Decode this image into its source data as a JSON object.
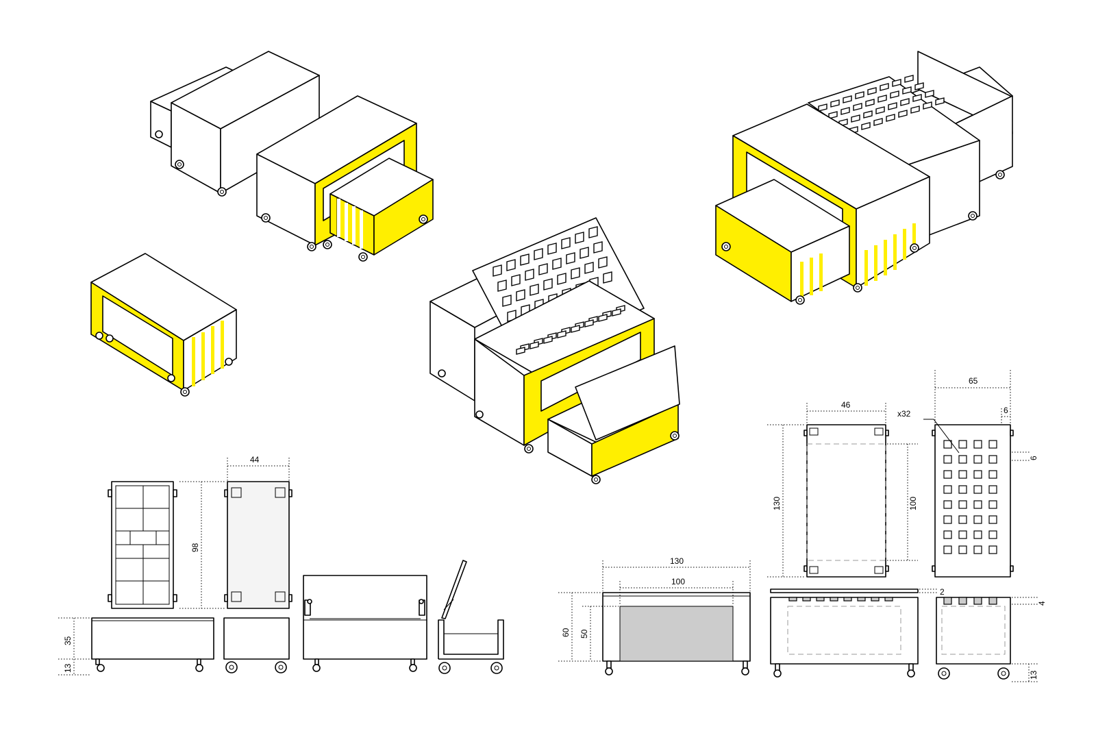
{
  "colors": {
    "accent": "#ffef00",
    "line": "#000000",
    "panel_gray": "#cccccc"
  },
  "views": {
    "iso": [
      "stacked-units",
      "table-with-drawer",
      "single-table",
      "keyboard-table-open",
      "combined-keyboard-table"
    ],
    "orthographic": [
      "small-unit-views",
      "large-unit-views"
    ]
  },
  "dimensions": {
    "small_width": "44",
    "small_length": "98",
    "small_height": "35",
    "small_wheel": "13",
    "large_width": "46",
    "large_length": "130",
    "large_inner_length": "100",
    "large_depth": "65",
    "large_offset": "6",
    "large_side_offset": "6",
    "cell_count": "x32",
    "front_width": "130",
    "front_inner_width": "100",
    "front_height": "60",
    "front_inner_height": "50",
    "top_thickness": "2",
    "key_height": "4",
    "large_wheel": "13"
  }
}
